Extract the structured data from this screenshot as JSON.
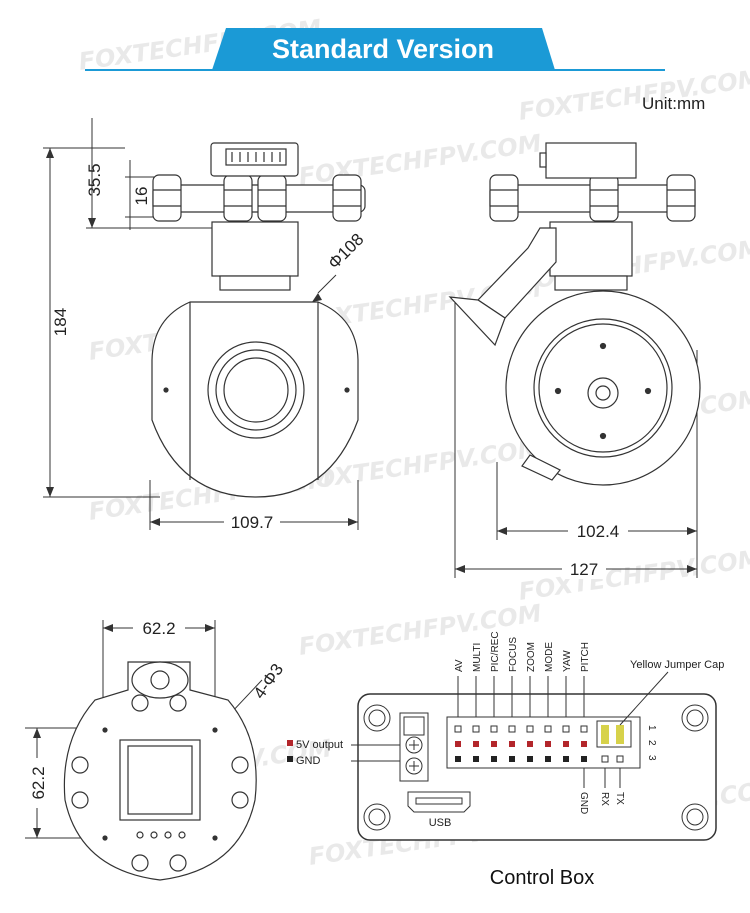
{
  "header": {
    "title": "Standard Version",
    "accent": "#1b9ad6"
  },
  "unit_label": "Unit:mm",
  "watermark": "FOXTECHFPV.COM",
  "front_view": {
    "height_total": "184",
    "height_top": "35.5",
    "plate_thickness": "16",
    "ball_diameter": "Φ108",
    "width": "109.7"
  },
  "side_view": {
    "ball_width": "102.4",
    "overall_width": "127"
  },
  "bottom_view": {
    "hole_span_x": "62.2",
    "hole_span_y": "62.2",
    "holes": "4-Φ3"
  },
  "control_box": {
    "title": "Control Box",
    "pin_labels": [
      "AV",
      "MULTI",
      "PIC/REC",
      "FOCUS",
      "ZOOM",
      "MODE",
      "YAW",
      "PITCH"
    ],
    "bottom_pin_labels": [
      "GND",
      "RX",
      "TX"
    ],
    "row_numbers": [
      "1",
      "2",
      "3"
    ],
    "jumper_label": "Yellow Jumper Cap",
    "power_labels": [
      "5V output",
      "GND"
    ],
    "usb_label": "USB",
    "colors": {
      "power": "#b3262b",
      "ground": "#222222",
      "jumper": "#d7d24a"
    }
  }
}
